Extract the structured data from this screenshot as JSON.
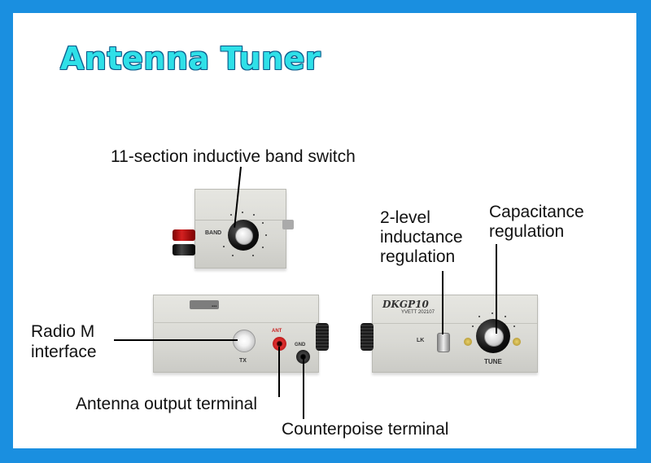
{
  "title": "Antenna Tuner",
  "labels": {
    "band_switch": "11-section inductive band switch",
    "inductance_line1": "2-level",
    "inductance_line2": "inductance",
    "inductance_line3": "regulation",
    "capacitance_line1": "Capacitance",
    "capacitance_line2": "regulation",
    "radio_line1": "Radio M",
    "radio_line2": "interface",
    "antenna_output": "Antenna output terminal",
    "counterpoise": "Counterpoise terminal"
  },
  "panel_text": {
    "band": "BAND",
    "tx": "TX",
    "ant": "ANT",
    "gnd": "GND",
    "lk": "LK",
    "tune": "TUNE",
    "model": "DKGP10",
    "model_sub": "YVETT 202107"
  },
  "colors": {
    "border": "#1a8fe0",
    "title": "#2fe0e8",
    "ant_terminal": "#c81e1e",
    "gnd_terminal": "#111111"
  }
}
